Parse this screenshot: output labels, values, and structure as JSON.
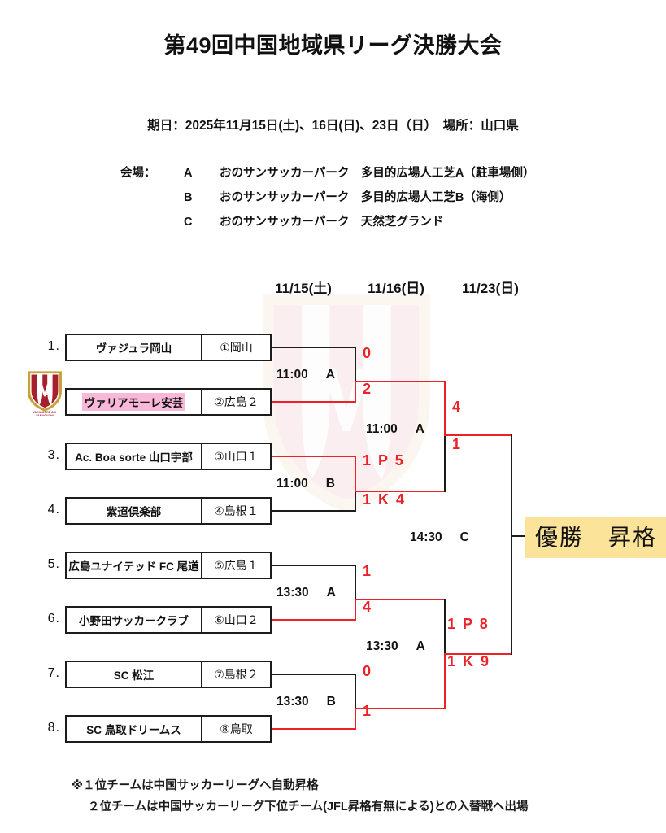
{
  "header": {
    "title": "第49回中国地域県リーグ決勝大会",
    "schedule": "期日：2025年11月15日(土)、16日(日)、23日（日）　場所：山口県",
    "venue_label": "会場：",
    "venues": [
      {
        "key": "A",
        "name": "おのサンサッカーパーク　多目的広場人工芝A（駐車場側）"
      },
      {
        "key": "B",
        "name": "おのサンサッカーパーク　多目的広場人工芝B（海側）"
      },
      {
        "key": "C",
        "name": "おのサンサッカーパーク　天然芝グランド"
      }
    ]
  },
  "bracket": {
    "dates": [
      "11/15(土)",
      "11/16(日)",
      "11/23(日)"
    ],
    "teams": [
      {
        "no": "1.",
        "name": "ヴァジュラ岡山",
        "pref": "①岡山",
        "highlight": false,
        "crest": false
      },
      {
        "no": "2.",
        "name": "ヴァリアモーレ安芸",
        "pref": "②広島２",
        "highlight": true,
        "crest": true
      },
      {
        "no": "3.",
        "name": "Ac. Boa sorte 山口宇部",
        "pref": "③山口１",
        "highlight": false,
        "crest": false
      },
      {
        "no": "4.",
        "name": "紫迢倶楽部",
        "pref": "④島根１",
        "highlight": false,
        "crest": false
      },
      {
        "no": "5.",
        "name": "広島ユナイテッド FC 尾道",
        "pref": "⑤広島１",
        "highlight": false,
        "crest": false
      },
      {
        "no": "6.",
        "name": "小野田サッカークラブ",
        "pref": "⑥山口２",
        "highlight": false,
        "crest": false
      },
      {
        "no": "7.",
        "name": "SC 松江",
        "pref": "⑦島根２",
        "highlight": false,
        "crest": false
      },
      {
        "no": "8.",
        "name": "SC 鳥取ドリームス",
        "pref": "⑧鳥取",
        "highlight": false,
        "crest": false
      }
    ],
    "matches": {
      "r1m1": {
        "time": "11:00",
        "field": "A",
        "top_score": "0",
        "bottom_score": "2"
      },
      "r1m2": {
        "time": "11:00",
        "field": "B",
        "top_score": "1 P 5",
        "bottom_score": "1 K 4"
      },
      "r1m3": {
        "time": "13:30",
        "field": "A",
        "top_score": "1",
        "bottom_score": "4"
      },
      "r1m4": {
        "time": "13:30",
        "field": "B",
        "top_score": "0",
        "bottom_score": "1"
      },
      "sf1": {
        "time": "11:00",
        "field": "A",
        "top_score": "4",
        "bottom_score": "1"
      },
      "sf2": {
        "time": "13:30",
        "field": "A",
        "top_score": "1 P 8",
        "bottom_score": "1 K 9"
      },
      "final": {
        "time": "14:30",
        "field": "C"
      }
    },
    "champion_label": "優勝　昇格"
  },
  "footnote": {
    "line1": "※１位チームは中国サッカーリーグへ自動昇格",
    "line2": "２位チームは中国サッカーリーグ下位チーム(JFL昇格有無による)との入替戦へ出場"
  },
  "colors": {
    "win_line": "#ec2227",
    "line": "#1c1c1c",
    "highlight_pink": "#f9b8d7",
    "champion_gold": "#fbe39a",
    "crest_red": "#9e2430",
    "crest_gold": "#c9a13b"
  }
}
